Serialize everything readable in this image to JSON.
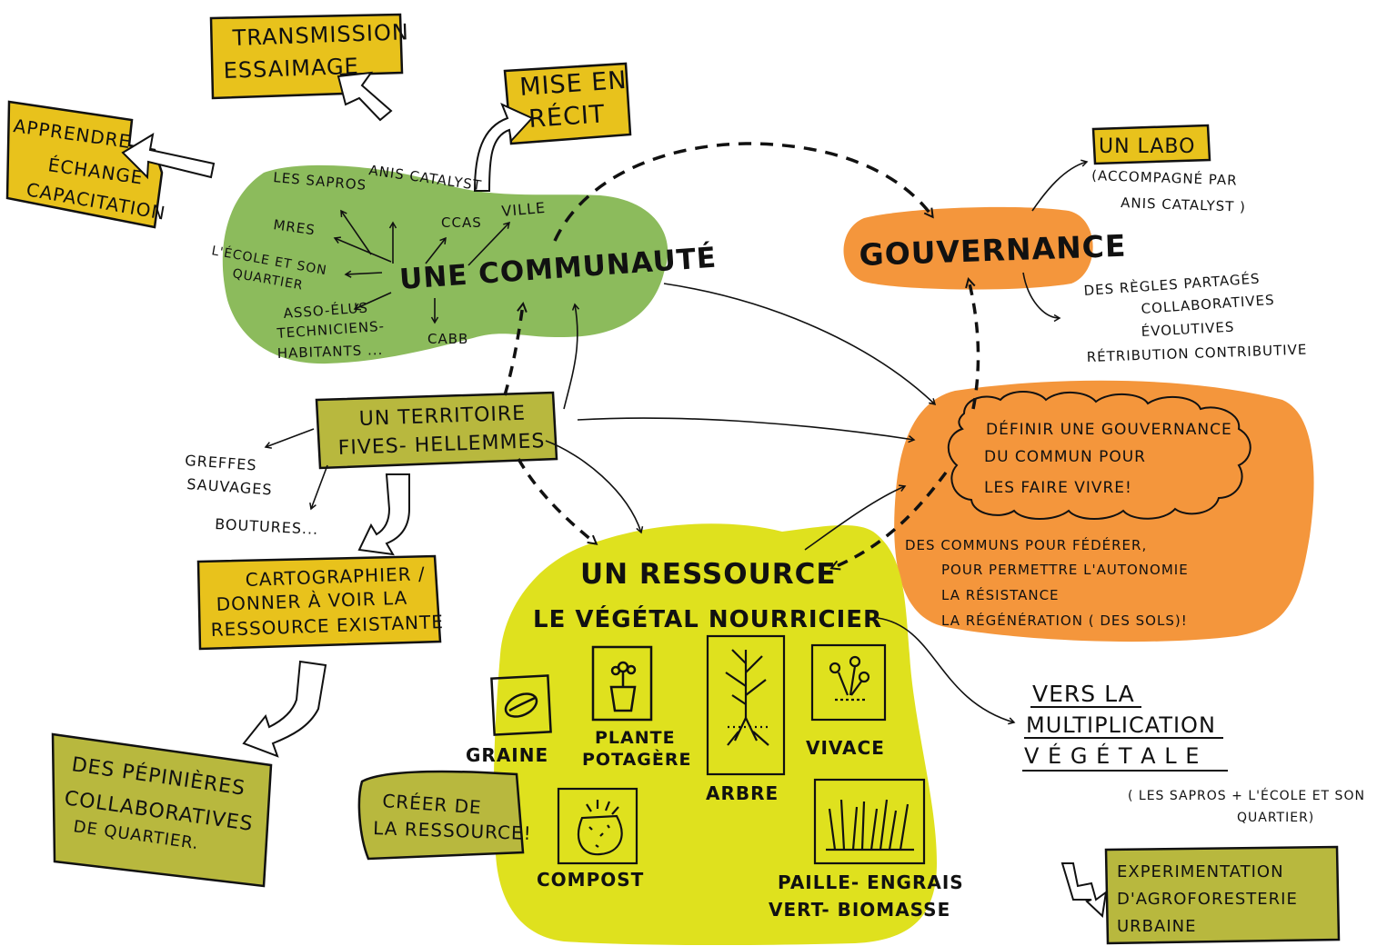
{
  "colors": {
    "green": "#8cbb5c",
    "orange": "#f4963c",
    "lime": "#dfe11e",
    "yellow_box": "#e8c21c",
    "olive_box": "#b8b83e",
    "ink": "#111111"
  },
  "nodes": {
    "transmission": {
      "line1": "TRANSMISSION",
      "line2": "ESSAIMAGE"
    },
    "mise_en_recit": {
      "line1": "MISE EN",
      "line2": "RÉCIT"
    },
    "apprendre": {
      "line1": "APPRENDRE",
      "line2": "ÉCHANGE",
      "line3": "CAPACITATION"
    },
    "communaute": {
      "title": "UNE COMMUNAUTÉ",
      "members": {
        "les_sapros": "LES SAPROS",
        "anis_catalyst": "ANIS CATALYST",
        "ccas": "CCAS",
        "ville": "VILLE",
        "mres": "MRES",
        "ecole_line1": "L'ÉCOLE ET SON",
        "ecole_line2": "QUARTIER",
        "asso_line1": "ASSO-ÉLUS",
        "asso_line2": "TECHNICIENS-",
        "asso_line3": "HABITANTS ...",
        "cabb": "CABB"
      }
    },
    "territoire": {
      "line1": "UN TERRITOIRE",
      "line2": "FIVES- HELLEMMES"
    },
    "greffes": {
      "line1": "GREFFES",
      "line2": "SAUVAGES"
    },
    "boutures": "BOUTURES...",
    "cartographier": {
      "line1": "CARTOGRAPHIER /",
      "line2": "DONNER À VOIR LA",
      "line3": "RESSOURCE EXISTANTE"
    },
    "pepinieres": {
      "line1": "DES PÉPINIÈRES",
      "line2": "COLLABORATIVES",
      "line3": "DE QUARTIER."
    },
    "creer": {
      "line1": "CRÉER DE",
      "line2": "LA RESSOURCE!"
    },
    "ressource": {
      "title": "UN RESSOURCE",
      "subtitle": "LE VÉGÉTAL NOURRICIER",
      "items": {
        "graine": "GRAINE",
        "plante_line1": "PLANTE",
        "plante_line2": "POTAGÈRE",
        "arbre": "ARBRE",
        "vivace": "VIVACE",
        "compost": "COMPOST",
        "paille_line1": "PAILLE- ENGRAIS",
        "paille_line2": "VERT- BIOMASSE"
      }
    },
    "gouvernance": "GOUVERNANCE",
    "labo": {
      "title": "UN LABO",
      "line1": "(ACCOMPAGNÉ PAR",
      "line2": "ANIS CATALYST )"
    },
    "regles": {
      "line1": "DES RÈGLES PARTAGÉS",
      "line2": "COLLABORATIVES",
      "line3": "ÉVOLUTIVES",
      "line4": "RÉTRIBUTION CONTRIBUTIVE"
    },
    "definir": {
      "line1": "DÉFINIR UNE GOUVERNANCE",
      "line2": "DU COMMUN POUR",
      "line3": "LES FAIRE VIVRE!"
    },
    "communs": {
      "line1": "DES COMMUNS POUR FÉDÉRER,",
      "line2": "POUR PERMETTRE L'AUTONOMIE",
      "line3": "LA RÉSISTANCE",
      "line4": "LA RÉGÉNÉRATION ( DES SOLS)!"
    },
    "vers": {
      "line1": "VERS LA",
      "line2": "MULTIPLICATION",
      "line3": "V É G É T A L E"
    },
    "sapros_note": {
      "line1": "( LES SAPROS + L'ÉCOLE ET SON",
      "line2": "QUARTIER)"
    },
    "experimentation": {
      "line1": "EXPERIMENTATION",
      "line2": "D'AGROFORESTERIE",
      "line3": "URBAINE"
    }
  }
}
